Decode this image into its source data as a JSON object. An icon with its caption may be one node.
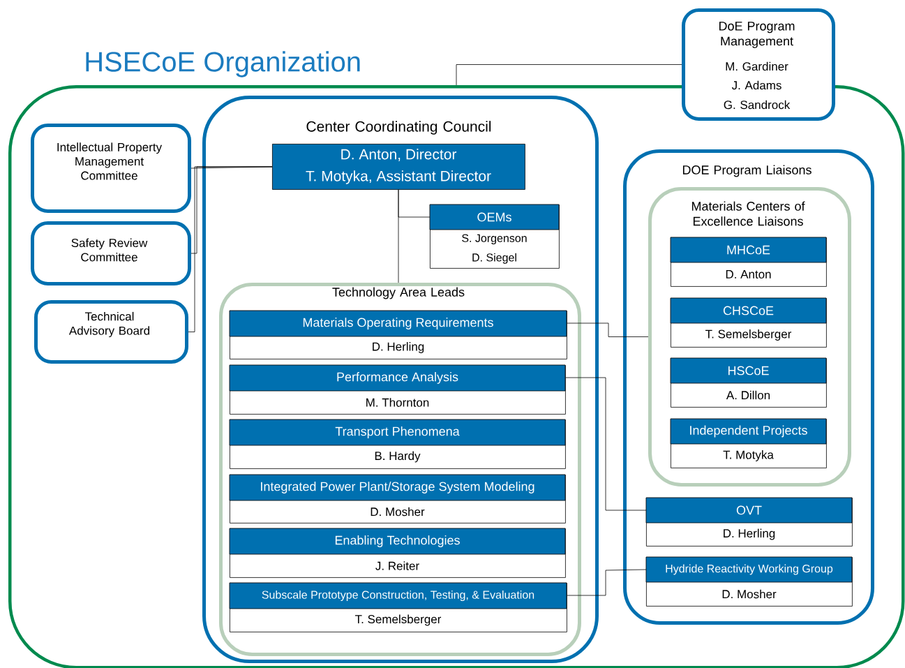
{
  "diagram": {
    "title": "HSECoE Organization",
    "nodes": [
      {
        "text": [],
        "shape": "box"
      },
      {
        "text": [
          "DoE Program Management",
          "M. Gardiner",
          "J. Adams",
          "G. Sandrock"
        ]
      },
      {
        "text": [
          "Intellectual Property Management Committee"
        ],
        "in": 0
      },
      {
        "text": [
          "Safety Review Committee"
        ],
        "in": 0
      },
      {
        "text": [
          "Technical Advisory Board"
        ],
        "in": 0
      },
      {
        "text": [
          "Center Coordinating Council"
        ],
        "in": 0
      },
      {
        "text": [
          "D. Anton, Director",
          "T. Motyka, Assistant Director"
        ],
        "in": 5
      },
      {
        "text": [
          "OEMs",
          "S. Jorgenson",
          "D. Siegel"
        ],
        "in": 5
      },
      {
        "text": [
          "Technology Area Leads"
        ],
        "in": 5
      },
      {
        "text": [
          "Materials Operating Requirements",
          "D. Herling"
        ],
        "in": 8
      },
      {
        "text": [
          "Performance Analysis",
          "M. Thornton"
        ],
        "in": 8
      },
      {
        "text": [
          "Transport Phenomena",
          "B. Hardy"
        ],
        "in": 8
      },
      {
        "text": [
          "Integrated Power Plant/Storage System Modeling",
          "D. Mosher"
        ],
        "in": 8
      },
      {
        "text": [
          "Enabling Technologies",
          "J. Reiter"
        ],
        "in": 8
      },
      {
        "text": [
          "Subscale Prototype Construction, Testing, & Evaluation",
          "T. Semelsberger"
        ],
        "in": 8
      },
      {
        "text": [
          "DOE Program Liaisons"
        ],
        "in": 0
      },
      {
        "text": [
          "Materials Centers of Excellence Liaisons"
        ],
        "in": 15
      },
      {
        "text": [
          "MHCoE",
          "D. Anton"
        ],
        "in": 16
      },
      {
        "text": [
          "CHSCoE",
          "T. Semelsberger"
        ],
        "in": 16
      },
      {
        "text": [
          "HSCoE",
          "A. Dillon"
        ],
        "in": 16
      },
      {
        "text": [
          "Independent Projects",
          "T. Motyka"
        ],
        "in": 16
      },
      {
        "text": [
          "OVT",
          "D. Herling"
        ],
        "in": 15
      },
      {
        "text": [
          "Hydride Reactivity Working Group",
          "D. Mosher"
        ],
        "in": 15
      }
    ],
    "edges": [
      {
        "from": 1,
        "to": 0,
        "arrow": "none"
      },
      {
        "from": 2,
        "to": 6,
        "arrow": "none"
      },
      {
        "from": 3,
        "to": 6,
        "arrow": "none"
      },
      {
        "from": 4,
        "to": 6,
        "arrow": "none"
      },
      {
        "from": 6,
        "to": 7,
        "arrow": "none"
      },
      {
        "from": 6,
        "to": 8,
        "arrow": "none"
      },
      {
        "from": 9,
        "to": 16,
        "arrow": "none"
      },
      {
        "from": 10,
        "to": 21,
        "arrow": "none"
      },
      {
        "from": 14,
        "to": 22,
        "arrow": "none"
      }
    ]
  }
}
